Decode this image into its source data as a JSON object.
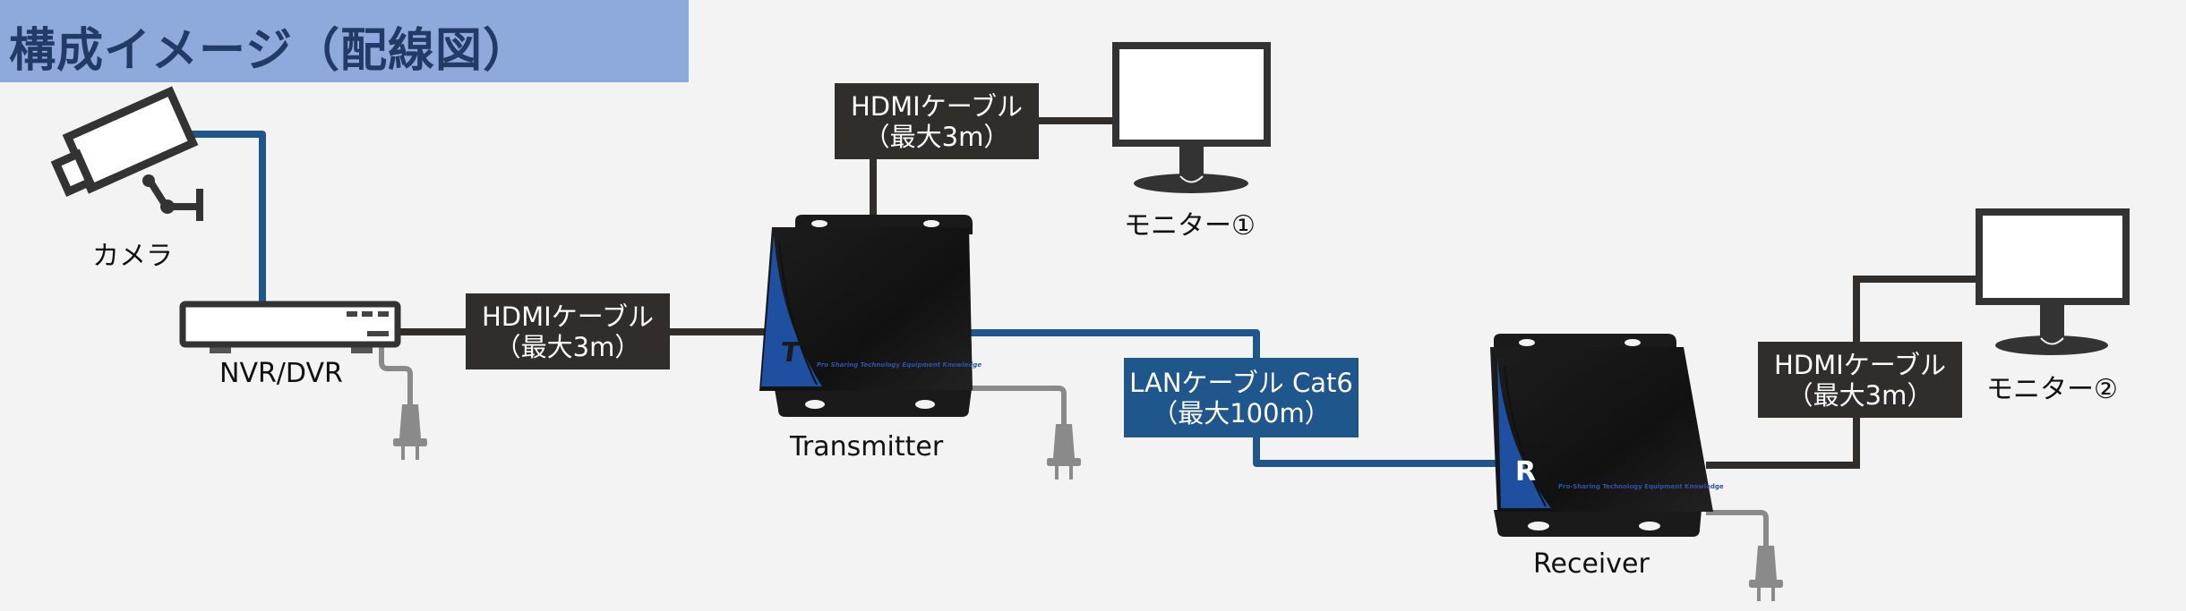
{
  "title": "構成イメージ（配線図）",
  "colors": {
    "title_bg": "#8eaadd",
    "title_text": "#213a66",
    "background": "#f3f3f3",
    "hdmi_cable": "#302d2b",
    "lan_cable": "#1f568c",
    "power_cable": "#8a8a8a",
    "device_body": "#151515",
    "device_accent": "#1e4fa0"
  },
  "devices": {
    "camera": {
      "label": "カメラ",
      "icon": "security-camera-icon"
    },
    "recorder": {
      "label": "NVR/DVR",
      "icon": "recorder-icon"
    },
    "transmitter": {
      "label": "Transmitter",
      "badge": "T",
      "tagline": "Pro Sharing Technology Equipment Knowledge"
    },
    "receiver": {
      "label": "Receiver",
      "badge": "R",
      "tagline": "Pro-Sharing Technology Equipment Knowledge"
    },
    "monitor1": {
      "label": "モニター①",
      "icon": "monitor-icon"
    },
    "monitor2": {
      "label": "モニター②",
      "icon": "monitor-icon"
    }
  },
  "cables": {
    "hdmi_nvr_tx": {
      "line1": "HDMIケーブル",
      "line2": "（最大3m）"
    },
    "hdmi_tx_mon1": {
      "line1": "HDMIケーブル",
      "line2": "（最大3m）"
    },
    "lan": {
      "line1": "LANケーブル Cat6",
      "line2": "（最大100m）"
    },
    "hdmi_rx_mon2": {
      "line1": "HDMIケーブル",
      "line2": "（最大3m）"
    }
  }
}
